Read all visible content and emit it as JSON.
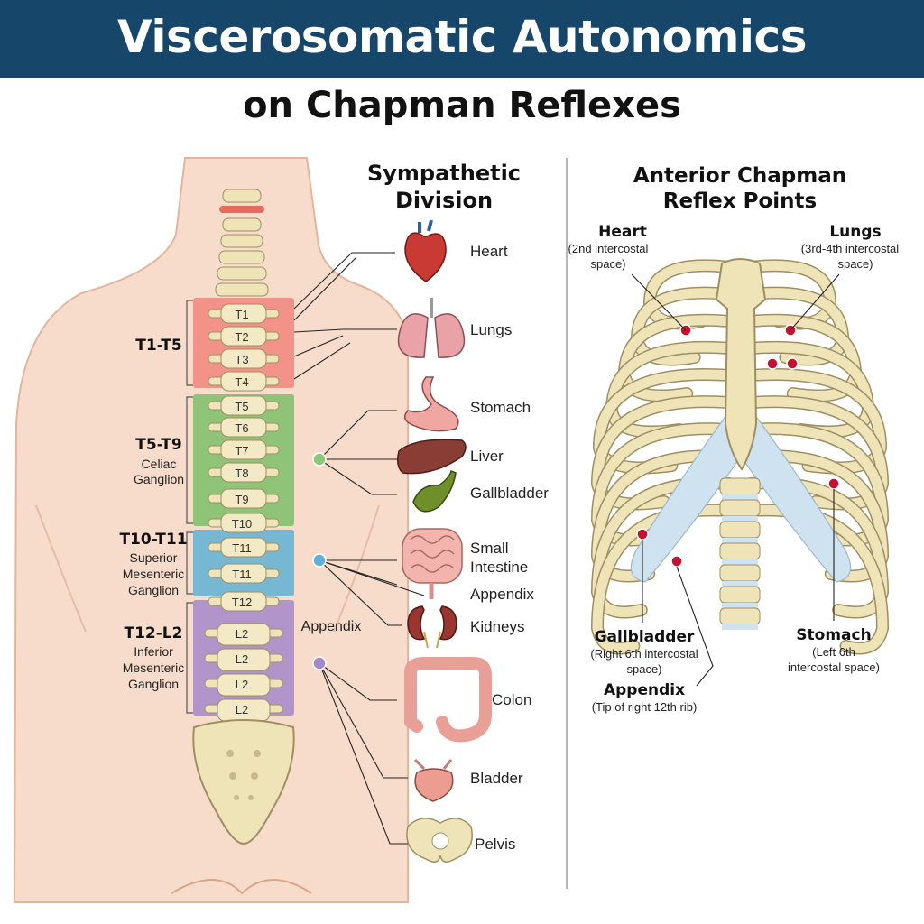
{
  "title": "Viscerosomatic Autonomics",
  "subtitle": "on Chapman Reflexes",
  "left_panel": {
    "heading": [
      "Sympathetic",
      "Division"
    ],
    "vertebrae": [
      "T1",
      "T2",
      "T3",
      "T4",
      "T5",
      "T6",
      "T7",
      "T8",
      "T9",
      "T10",
      "T11",
      "T11",
      "T12",
      "L2",
      "L2",
      "L2",
      "L2"
    ],
    "groups": [
      {
        "range": "T1-T5",
        "sub": [],
        "color": "#f07a72"
      },
      {
        "range": "T5-T9",
        "sub": [
          "Celiac",
          "Ganglion"
        ],
        "color": "#7cc06a"
      },
      {
        "range": "T10-T11",
        "sub": [
          "Superior",
          "Mesenteric",
          "Ganglion"
        ],
        "color": "#5fb1d6"
      },
      {
        "range": "T12-L2",
        "sub": [
          "Inferior",
          "Mesenteric",
          "Ganglion"
        ],
        "color": "#a587c9"
      }
    ],
    "appendix_label": "Appendix",
    "organs": [
      "Heart",
      "Lungs",
      "Stomach",
      "Liver",
      "Gallbladder",
      "Small",
      "Intestine",
      "Appendix",
      "Kidneys",
      "Colon",
      "Bladder",
      "Pelvis"
    ]
  },
  "right_panel": {
    "heading": [
      "Anterior Chapman",
      "Reflex Points"
    ],
    "points": [
      {
        "name": "Heart",
        "desc": [
          "(2nd intercostal",
          "space)"
        ]
      },
      {
        "name": "Lungs",
        "desc": [
          "(3rd-4th intercostal",
          "space)"
        ]
      },
      {
        "name": "Gallbladder",
        "desc": [
          "(Right 6th intercostal",
          "space)"
        ]
      },
      {
        "name": "Stomach",
        "desc": [
          "(Left 6th",
          "intercostal space)"
        ]
      },
      {
        "name": "Appendix",
        "desc": [
          "(Tip of right 12th rib)"
        ]
      }
    ],
    "dot_color": "#c8102e"
  }
}
